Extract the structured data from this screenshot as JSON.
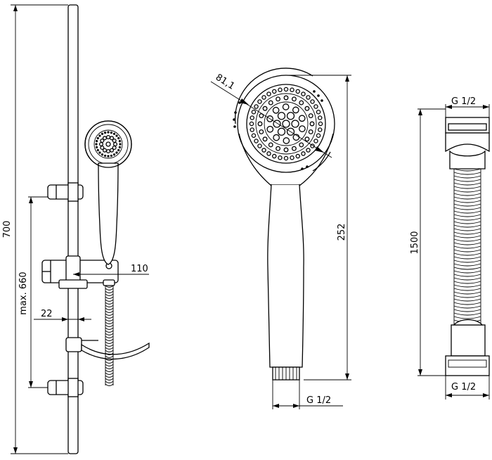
{
  "dimensions": {
    "total_height": "700",
    "max_height": "max. 660",
    "wall_offset": "22",
    "handle_projection": "110",
    "head_diameter": "81,1",
    "handshower_length": "252",
    "thread_handshower": "G 1/2",
    "hose_length": "1500",
    "hose_thread_top": "G 1/2",
    "hose_thread_bottom": "G 1/2"
  }
}
